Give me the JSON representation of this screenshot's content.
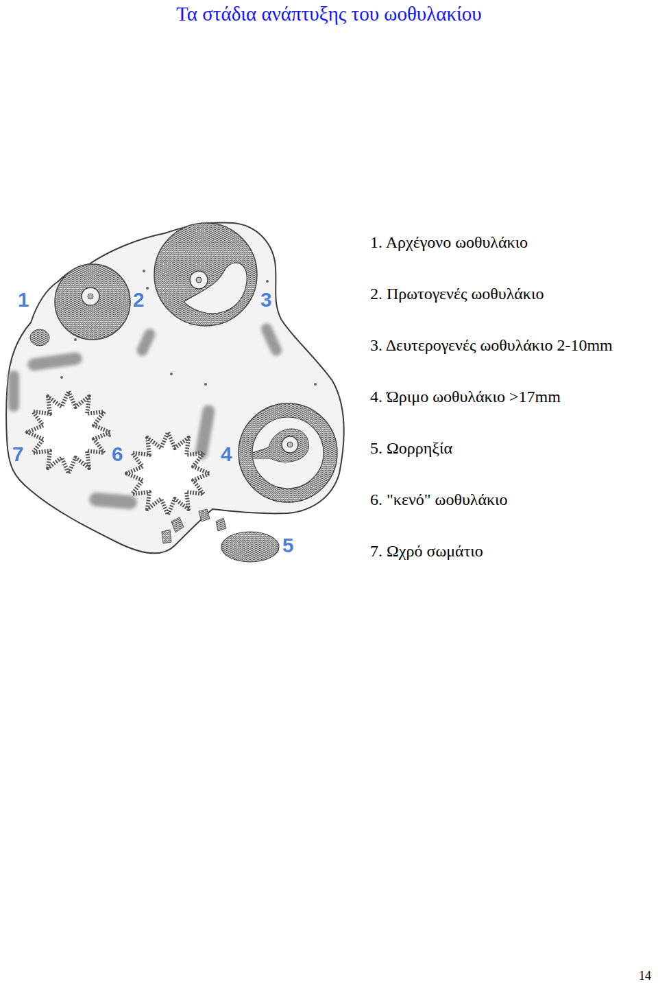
{
  "diagram": {
    "title": "Τα στάδια ανάπτυξης του ωοθυλακίου",
    "labels": [
      "1",
      "2",
      "3",
      "4",
      "5",
      "6",
      "7",
      "1. Αρχέγονο ωοθυλάκιο",
      "2. Πρωτογενές ωοθυλάκιο",
      "3. Δευτερογενές ωοθυλάκιο 2-10mm",
      "4. Ώριμο ωοθυλάκιο >17mm",
      "5. Ωορρηξία",
      "6. \"κενό\" ωοθυλάκιο",
      "7. Ωχρό σωμάτιο",
      "14"
    ]
  }
}
